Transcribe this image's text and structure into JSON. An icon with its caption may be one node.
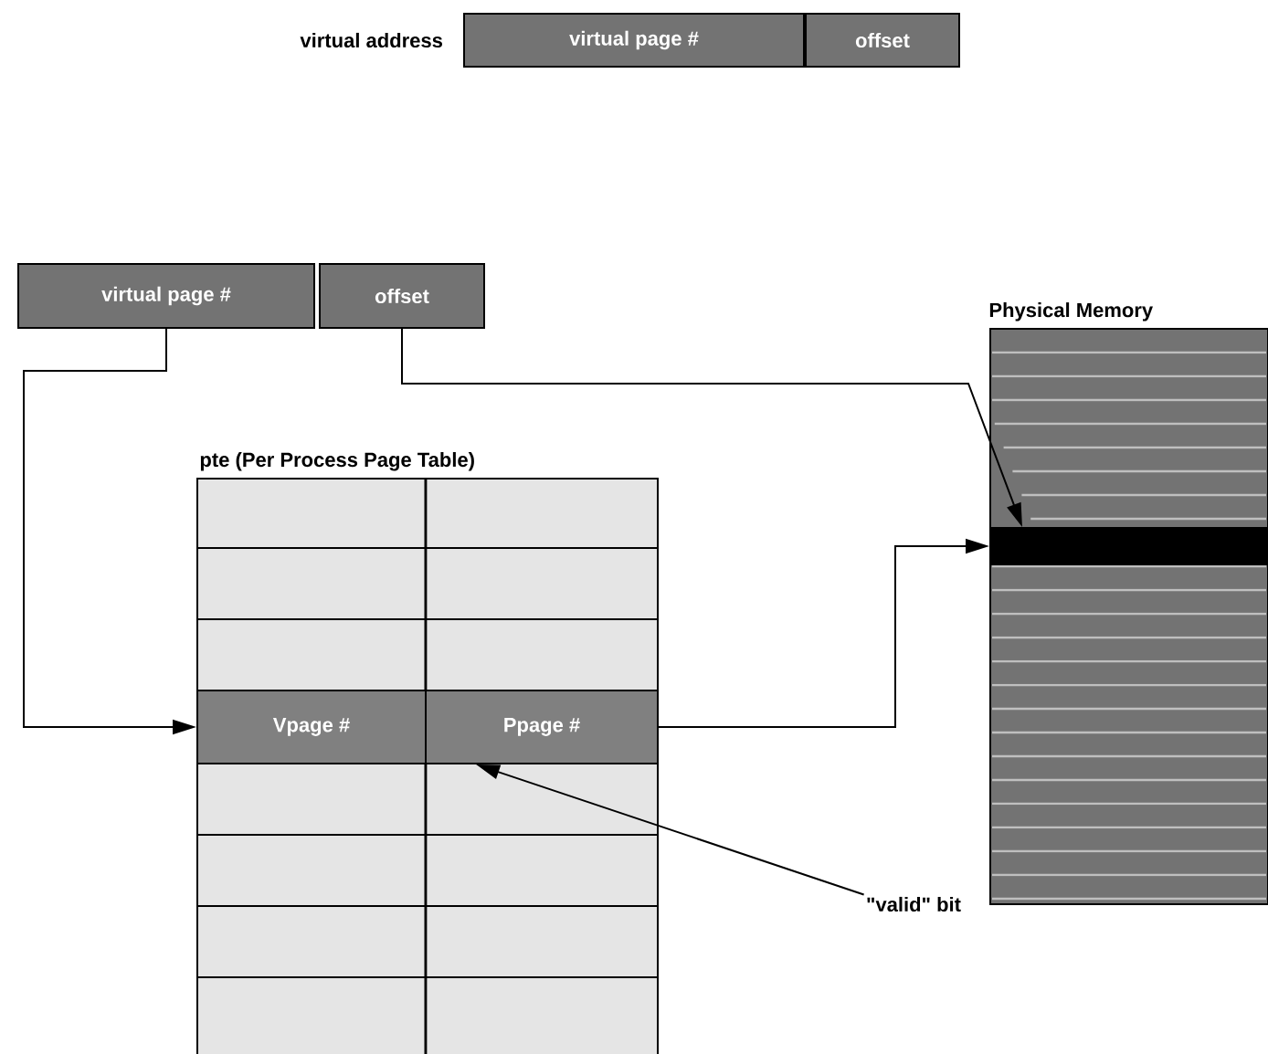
{
  "diagram": {
    "nodes": [
      {
        "text": [
          "virtual page #"
        ]
      },
      {
        "text": [
          "offset"
        ]
      },
      {
        "text": [
          "virtual page #"
        ]
      },
      {
        "text": [
          "offset"
        ]
      },
      {
        "text": [
          "pte (Per Process Page Table)"
        ]
      },
      {
        "text": [
          "Vpage #"
        ],
        "in": 4
      },
      {
        "text": [
          "Ppage #"
        ],
        "in": 4
      },
      {
        "text": [
          "Physical Memory"
        ]
      },
      {
        "text": [],
        "shape": "bar",
        "in": 7
      },
      {
        "text": [
          "\"valid\" bit"
        ]
      }
    ],
    "edges": [
      {
        "from": 2,
        "to": 5,
        "arrow": "to"
      },
      {
        "from": 3,
        "to": 8,
        "arrow": "to"
      },
      {
        "from": 6,
        "to": 8,
        "arrow": "to"
      },
      {
        "from": 9,
        "to": 6,
        "arrow": "to"
      }
    ],
    "labels": [
      "virtual address"
    ]
  }
}
